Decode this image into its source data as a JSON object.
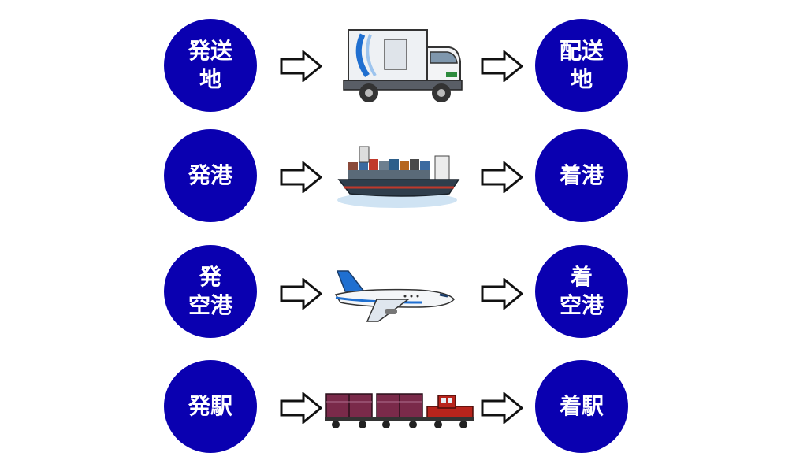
{
  "colors": {
    "node": "#0a00b0",
    "arrow_stroke": "#111111",
    "arrow_fill": "#ffffff"
  },
  "rows": [
    {
      "origin": "発送\n地",
      "destination": "配送\n地",
      "vehicle": "truck-icon"
    },
    {
      "origin": "発港",
      "destination": "着港",
      "vehicle": "ship-icon"
    },
    {
      "origin": "発\n空港",
      "destination": "着\n空港",
      "vehicle": "airplane-icon"
    },
    {
      "origin": "発駅",
      "destination": "着駅",
      "vehicle": "train-icon"
    }
  ]
}
